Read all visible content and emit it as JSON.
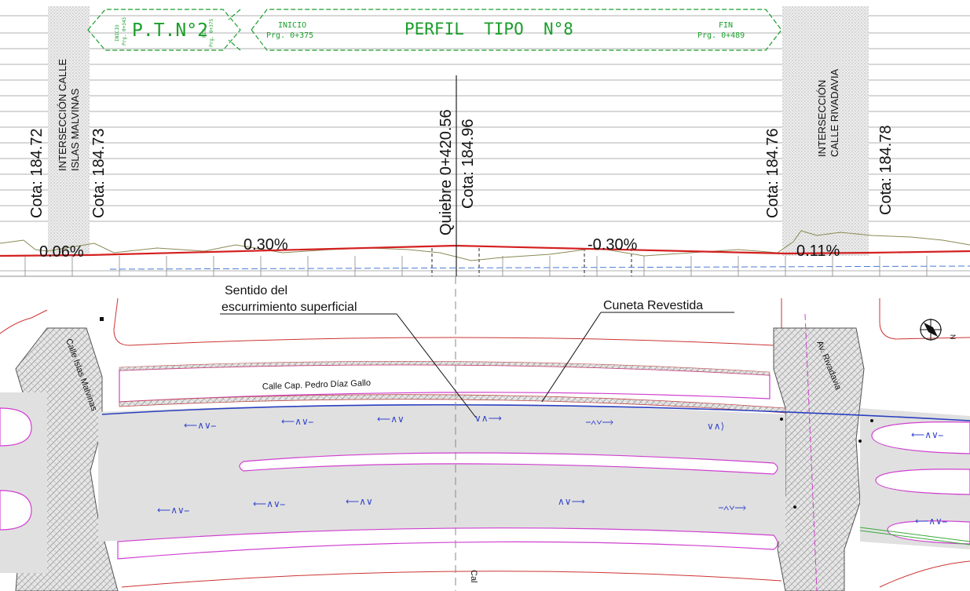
{
  "profile": {
    "ptn_label": "P.T.N°2",
    "ptn_start_label": "INICIO",
    "ptn_start_prg": "Prg. 0+343",
    "ptn_end_label": "FIN",
    "ptn_end_prg": "Prg. 0+375",
    "tipo_label": "PERFIL  TIPO  N°8",
    "tipo_start_label": "INICIO",
    "tipo_start_prg": "Prg. 0+375",
    "tipo_end_label": "FIN",
    "tipo_end_prg": "Prg. 0+489",
    "intersection_left": [
      "INTERSECCIÓN CALLE",
      "ISLAS MALVINAS"
    ],
    "intersection_right": [
      "INTERSECCIÓN",
      "CALLE RIVADAVIA"
    ],
    "cota_1": "Cota: 184.72",
    "cota_2": "Cota: 184.73",
    "quiebre": "Quiebre 0+420.56",
    "cota_3": "Cota: 184.96",
    "cota_4": "Cota: 184.76",
    "cota_5": "Cota: 184.78",
    "slope_1": "0.06%",
    "slope_2": "0.30%",
    "slope_3": "-0.30%",
    "slope_4": "0.11%"
  },
  "plan": {
    "annotation_flow": [
      "Sentido del",
      "escurrimiento superficial"
    ],
    "annotation_gutter": "Cuneta Revestida",
    "street_main": "Calle Cap. Pedro Díaz Gallo",
    "street_left": "Calle Islas Malvinas",
    "street_right": "Av. Rivadavia",
    "street_bottom": "Cal",
    "north_symbol": "N"
  },
  "colors": {
    "profile_line": "#d42020",
    "green_text": "#1a9e2a",
    "road": "#e0e0e0",
    "curb": "#d040d0",
    "flow_arrow": "#3344cc",
    "property_line": "#cc3333"
  }
}
